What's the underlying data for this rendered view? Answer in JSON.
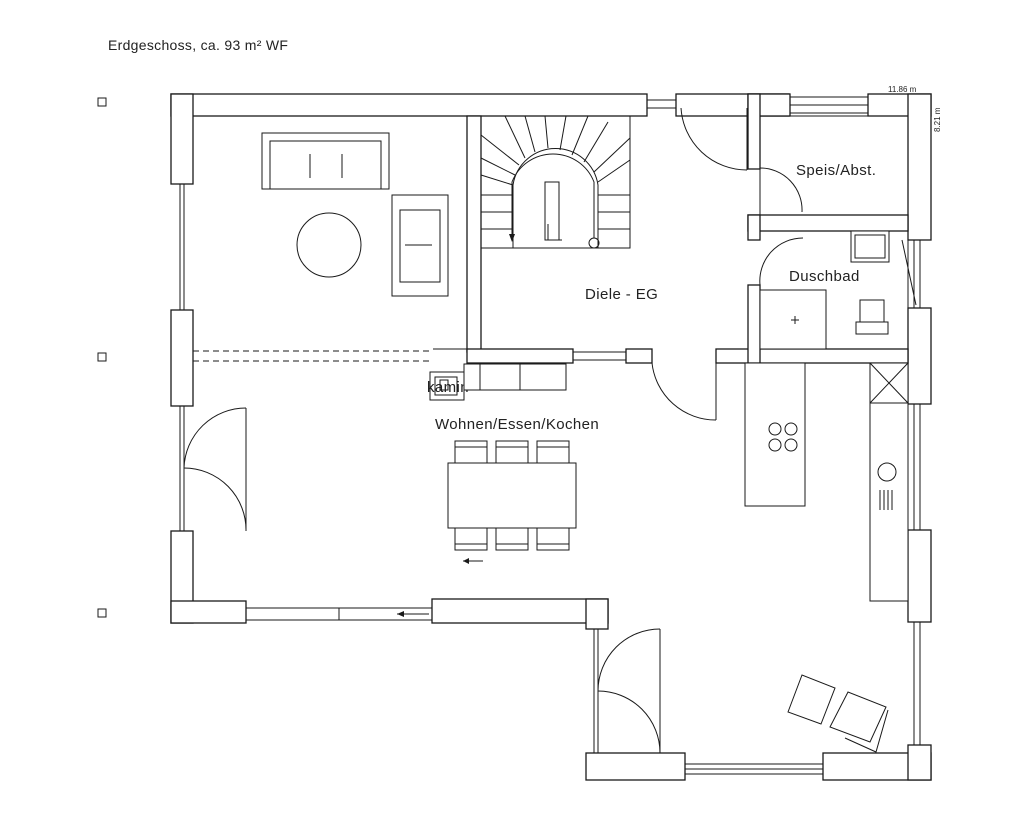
{
  "plan": {
    "title": "Erdgeschoss, ca. 93 m² WF",
    "dimension_width": "11.86 m",
    "dimension_depth": "8.21 m",
    "rooms": {
      "speis": "Speis/Abst.",
      "duschbad": "Duschbad",
      "diele": "Diele - EG",
      "wohnen": "Wohnen/Essen/Kochen"
    },
    "fireplace_label": "kamin"
  }
}
